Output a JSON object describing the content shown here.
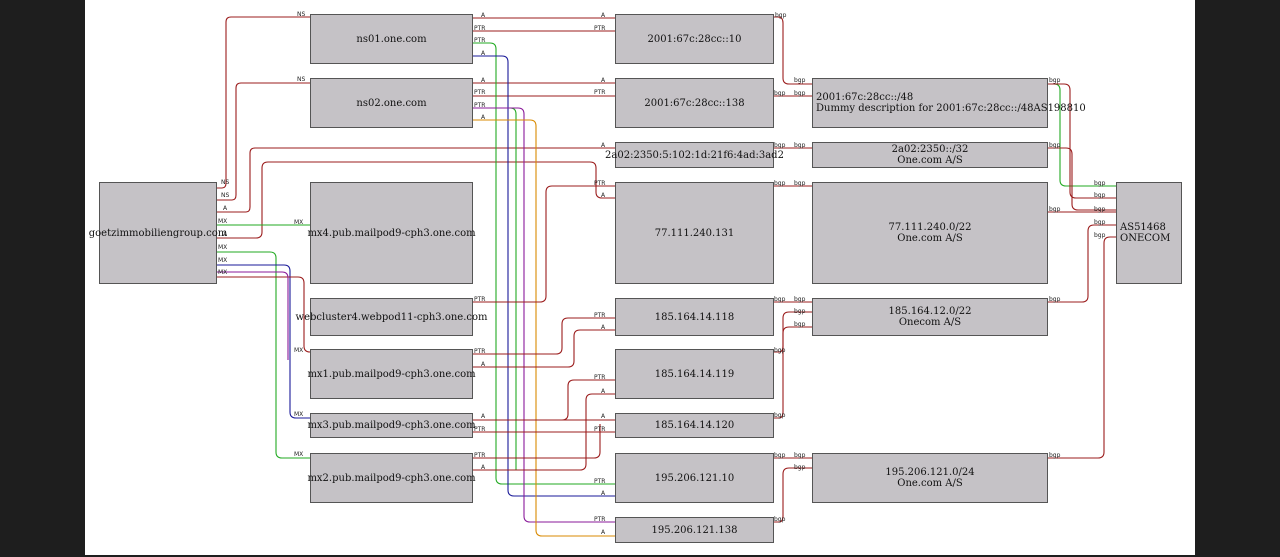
{
  "nodes": {
    "domain": {
      "line1": "goetzimmobiliengroup.com"
    },
    "ns01": {
      "line1": "ns01.one.com"
    },
    "ns02": {
      "line1": "ns02.one.com"
    },
    "mx4": {
      "line1": "mx4.pub.mailpod9-cph3.one.com"
    },
    "webcluster": {
      "line1": "webcluster4.webpod11-cph3.one.com"
    },
    "mx1": {
      "line1": "mx1.pub.mailpod9-cph3.one.com"
    },
    "mx3": {
      "line1": "mx3.pub.mailpod9-cph3.one.com"
    },
    "mx2": {
      "line1": "mx2.pub.mailpod9-cph3.one.com"
    },
    "ip6_10": {
      "line1": "2001:67c:28cc::10"
    },
    "ip6_138": {
      "line1": "2001:67c:28cc::138"
    },
    "ip6_2a02": {
      "line1": "2a02:2350:5:102:1d:21f6:4ad:3ad2"
    },
    "ip_77": {
      "line1": "77.111.240.131"
    },
    "ip_118": {
      "line1": "185.164.14.118"
    },
    "ip_119": {
      "line1": "185.164.14.119"
    },
    "ip_120": {
      "line1": "185.164.14.120"
    },
    "ip_195_10": {
      "line1": "195.206.121.10"
    },
    "ip_195_138": {
      "line1": "195.206.121.138"
    },
    "pfx_2001": {
      "line1": "2001:67c:28cc::/48",
      "line2": "Dummy description for 2001:67c:28cc::/48AS198810"
    },
    "pfx_2a02": {
      "line1": "2a02:2350::/32",
      "line2": "One.com A/S"
    },
    "pfx_77": {
      "line1": "77.111.240.0/22",
      "line2": "One.com A/S"
    },
    "pfx_185": {
      "line1": "185.164.12.0/22",
      "line2": "Onecom A/S"
    },
    "pfx_195": {
      "line1": "195.206.121.0/24",
      "line2": "One.com A/S"
    },
    "asn": {
      "line1": "AS51468",
      "line2": "ONECOM"
    }
  },
  "edge_labels": {
    "ns": "NS",
    "a": "A",
    "mx": "MX",
    "ptr": "PTR",
    "bgp": "bgp"
  },
  "edge_colors": {
    "red": "#9b1c1c",
    "green": "#22aa22",
    "blue": "#1a1a99",
    "purple": "#8a1a9a",
    "orange": "#d98a00"
  }
}
